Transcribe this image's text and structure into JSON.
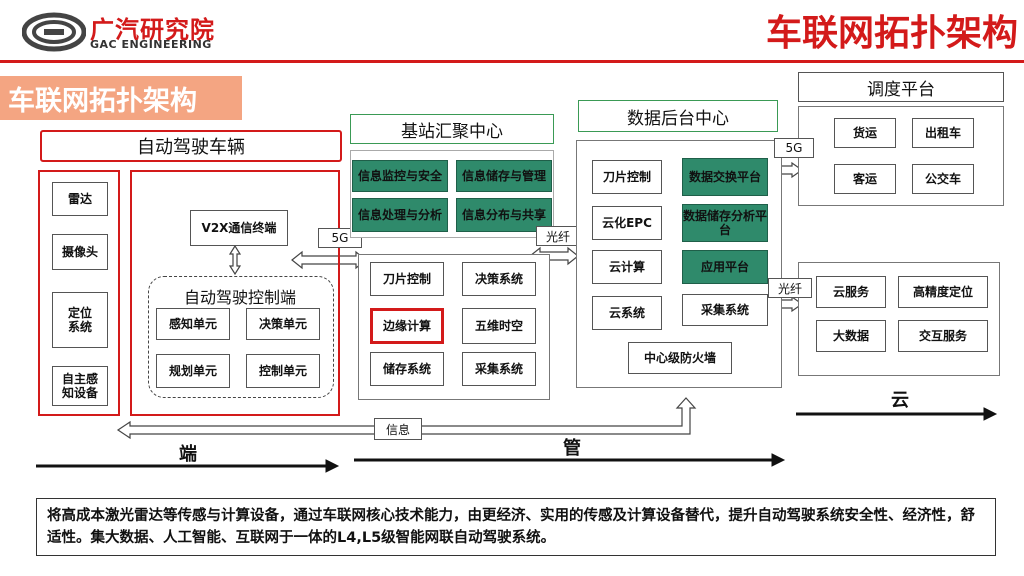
{
  "logo": {
    "cn": "广汽研究院",
    "en": "GAC ENGINEERING"
  },
  "page_title": "车联网拓扑架构",
  "section_title": "车联网拓扑架构",
  "vehicle": {
    "header": "自动驾驶车辆",
    "sensors": [
      "雷达",
      "摄像头",
      "定位\n系统",
      "自主感\n知设备"
    ],
    "v2x": "V2X通信终端",
    "control_title": "自动驾驶控制端",
    "control_units": [
      "感知单元",
      "决策单元",
      "规划单元",
      "控制单元"
    ]
  },
  "base_station": {
    "header": "基站汇聚中心",
    "green_items": [
      "信息监控与安全",
      "信息储存与管理",
      "信息处理与分析",
      "信息分布与共享"
    ],
    "items": [
      "刀片控制",
      "决策系统",
      "边缘计算",
      "五维时空",
      "储存系统",
      "采集系统"
    ]
  },
  "data_center": {
    "header": "数据后台中心",
    "left_items": [
      "刀片控制",
      "云化EPC",
      "云计算",
      "云系统"
    ],
    "green_items": [
      "数据交换平台",
      "数据储存分析平台",
      "应用平台"
    ],
    "collect": "采集系统",
    "firewall": "中心级防火墙"
  },
  "dispatch": {
    "header": "调度平台",
    "items": [
      "货运",
      "出租车",
      "客运",
      "公交车"
    ]
  },
  "cloud_services": {
    "items": [
      "云服务",
      "高精度定位",
      "大数据",
      "交互服务"
    ]
  },
  "links": {
    "fiveg_1": "5G",
    "fiber_1": "光纤",
    "fiveg_2": "5G",
    "fiber_2": "光纤",
    "info": "信息"
  },
  "layers": {
    "end": "端",
    "pipe": "管",
    "cloud": "云"
  },
  "summary": "将高成本激光雷达等传感与计算设备，通过车联网核心技术能力，由更经济、实用的传感及计算设备替代，提升自动驾驶系统安全性、经济性，舒适性。集大数据、人工智能、互联网于一体的L4,L5级智能网联自动驾驶系统。"
}
